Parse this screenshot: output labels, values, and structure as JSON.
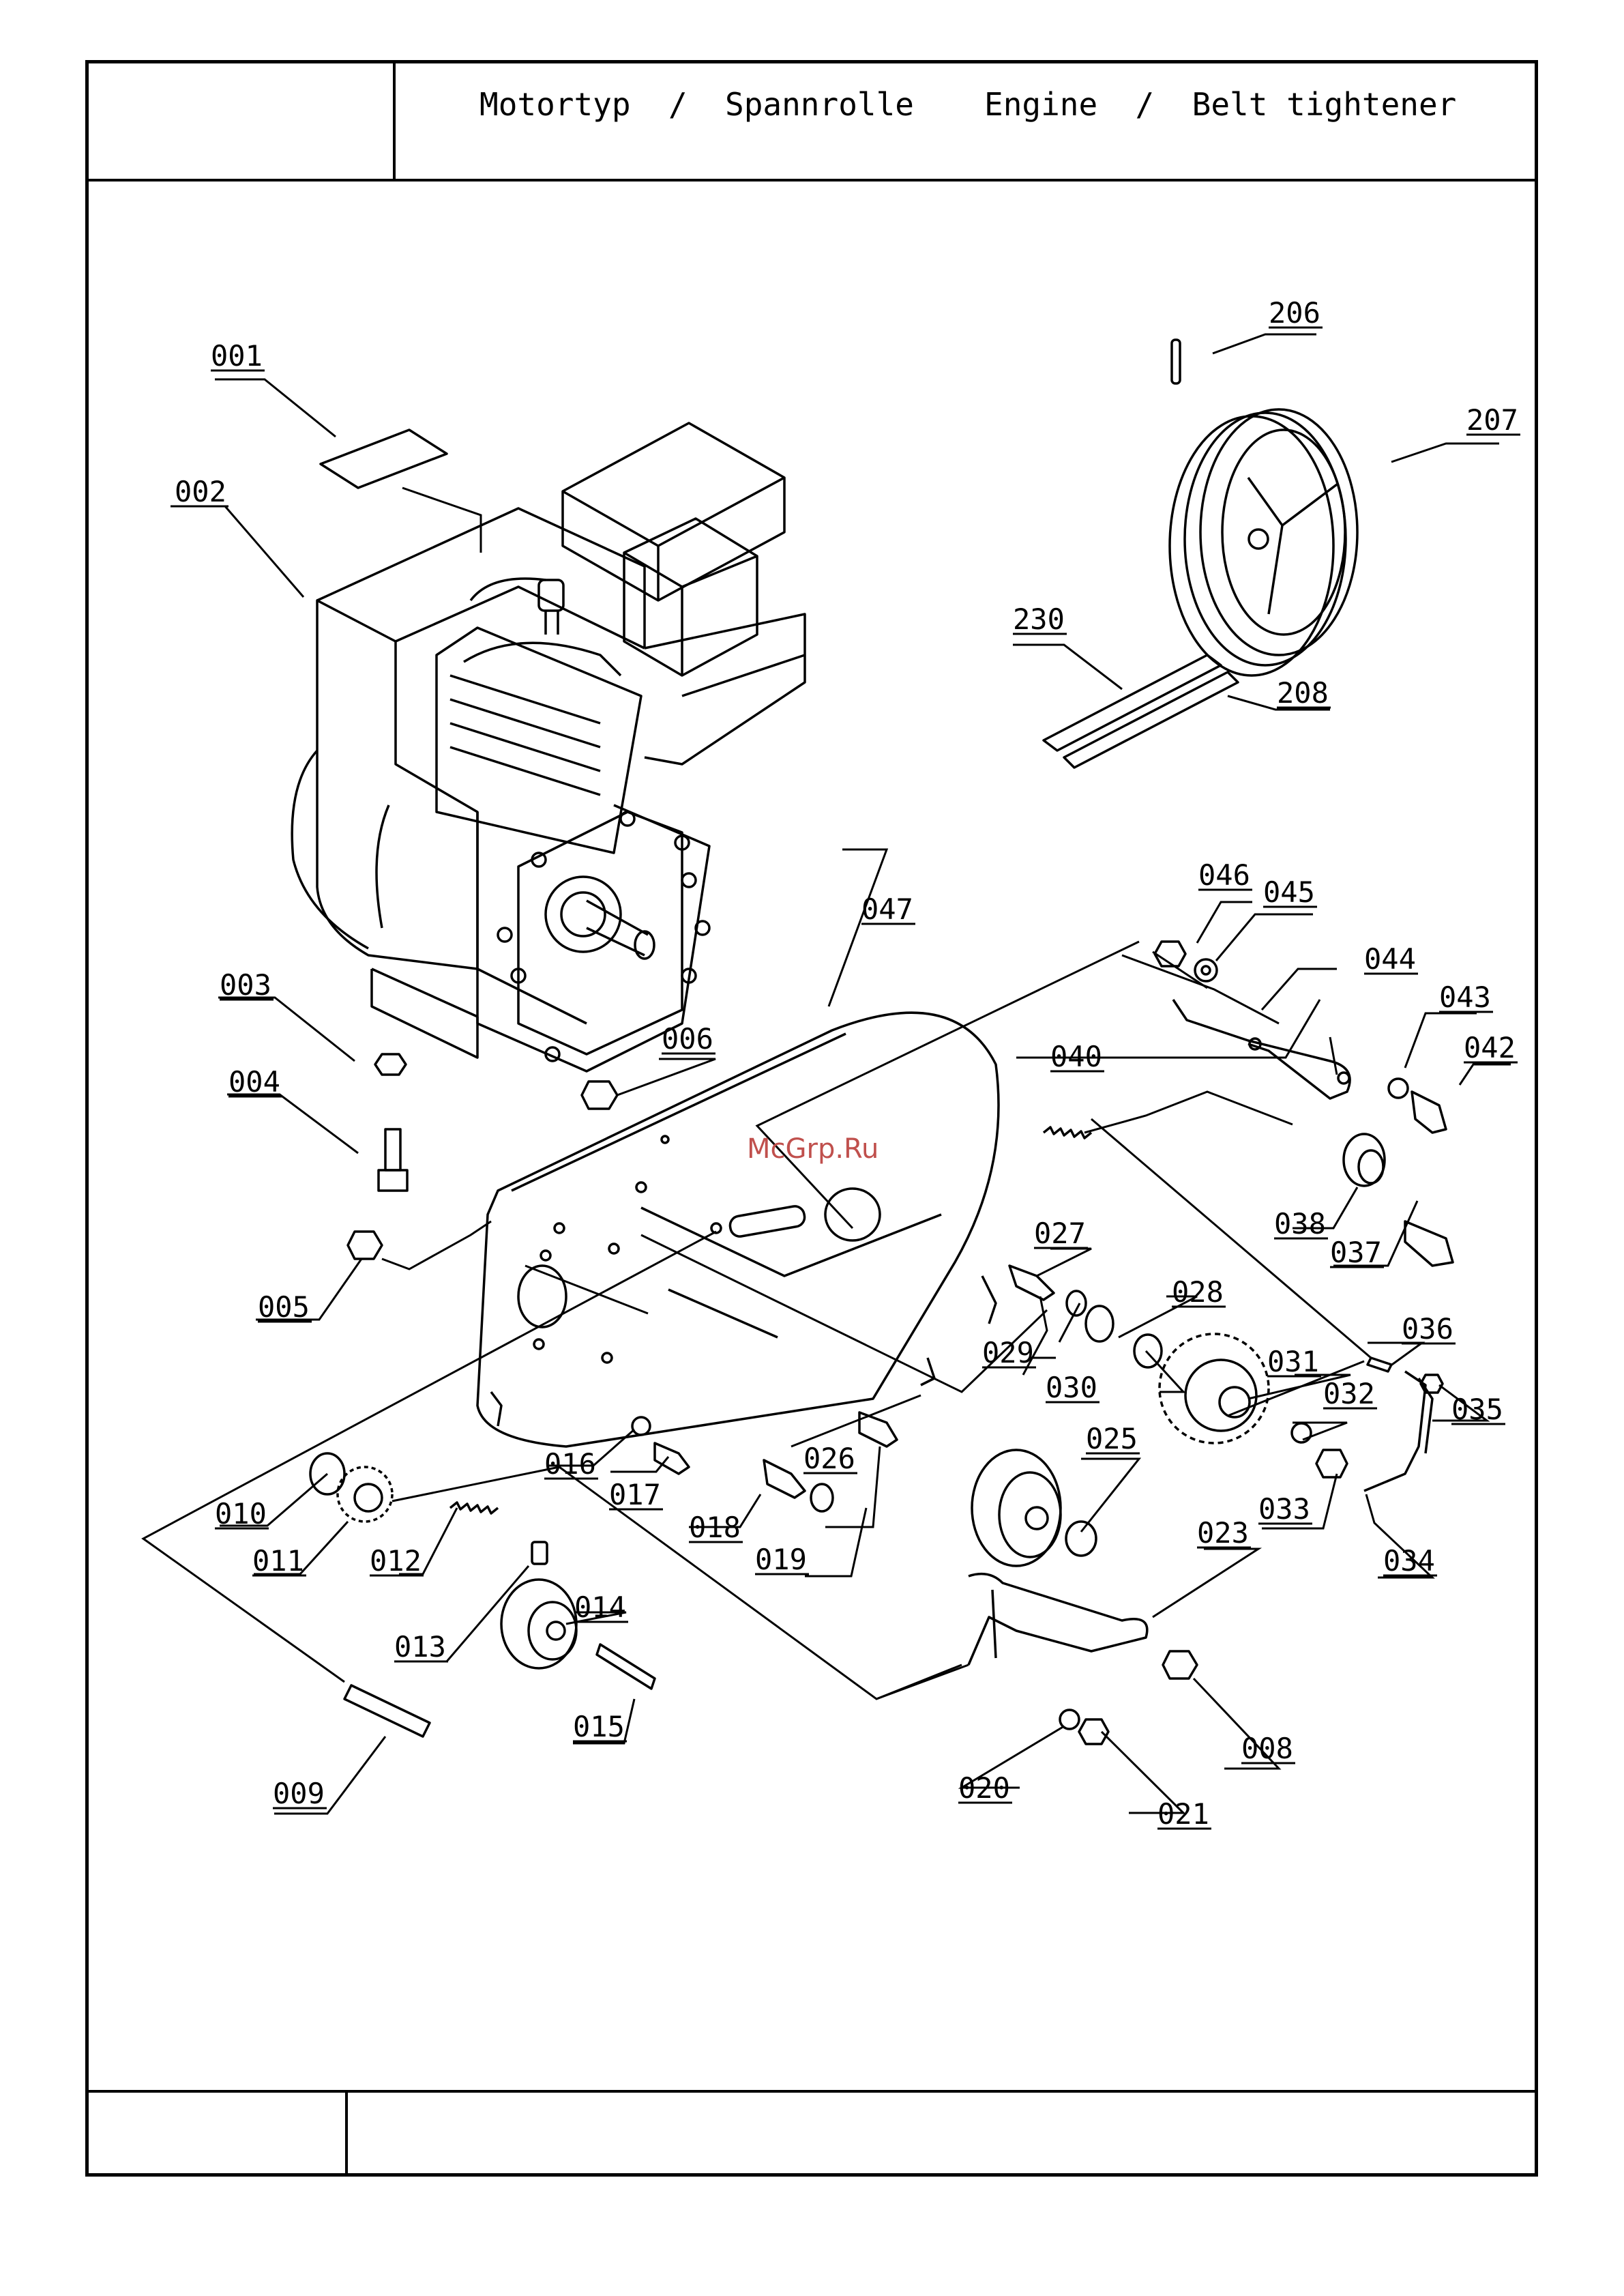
{
  "header": {
    "title_de": "Motortyp  /  Spannrolle",
    "title_en": "Engine  /  Belt tightener"
  },
  "watermark": "McGrp.Ru",
  "colors": {
    "line": "#000000",
    "watermark": "#c0504d"
  },
  "parts": {
    "p001": "001",
    "p002": "002",
    "p003": "003",
    "p004": "004",
    "p005": "005",
    "p006": "006",
    "p008": "008",
    "p009": "009",
    "p010": "010",
    "p011": "011",
    "p012": "012",
    "p013": "013",
    "p014": "014",
    "p015": "015",
    "p016": "016",
    "p017": "017",
    "p018": "018",
    "p019": "019",
    "p020": "020",
    "p021": "021",
    "p023": "023",
    "p025": "025",
    "p026": "026",
    "p027": "027",
    "p028": "028",
    "p029": "029",
    "p030": "030",
    "p031": "031",
    "p032": "032",
    "p033": "033",
    "p034": "034",
    "p035": "035",
    "p036": "036",
    "p037": "037",
    "p038": "038",
    "p040": "040",
    "p042": "042",
    "p043": "043",
    "p044": "044",
    "p045": "045",
    "p046": "046",
    "p047": "047",
    "p206": "206",
    "p207": "207",
    "p208": "208",
    "p230": "230"
  }
}
